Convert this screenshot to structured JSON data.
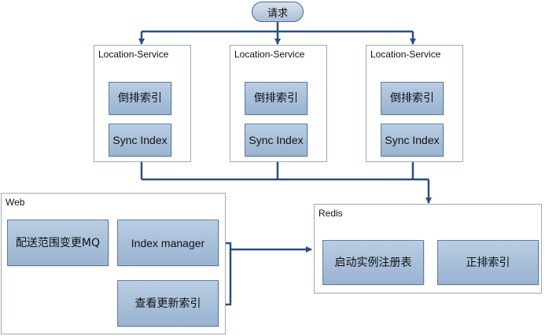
{
  "request": {
    "label": "请求"
  },
  "services": [
    {
      "title": "Location-Service",
      "inverted_index": "倒排索引",
      "sync_index": "Sync Index"
    },
    {
      "title": "Location-Service",
      "inverted_index": "倒排索引",
      "sync_index": "Sync Index"
    },
    {
      "title": "Location-Service",
      "inverted_index": "倒排索引",
      "sync_index": "Sync Index"
    }
  ],
  "web": {
    "title": "Web",
    "mq_box": "配送范围变更MQ",
    "index_manager": "Index manager",
    "view_update": "查看更新索引"
  },
  "redis": {
    "title": "Redis",
    "registry": "启动实例注册表",
    "forward_index": "正排索引"
  },
  "colors": {
    "arrow": "#2b4f7e",
    "box_fill": "#a9bfdb",
    "box_border": "#5f7d9e",
    "container_border": "#9fa9b5"
  }
}
